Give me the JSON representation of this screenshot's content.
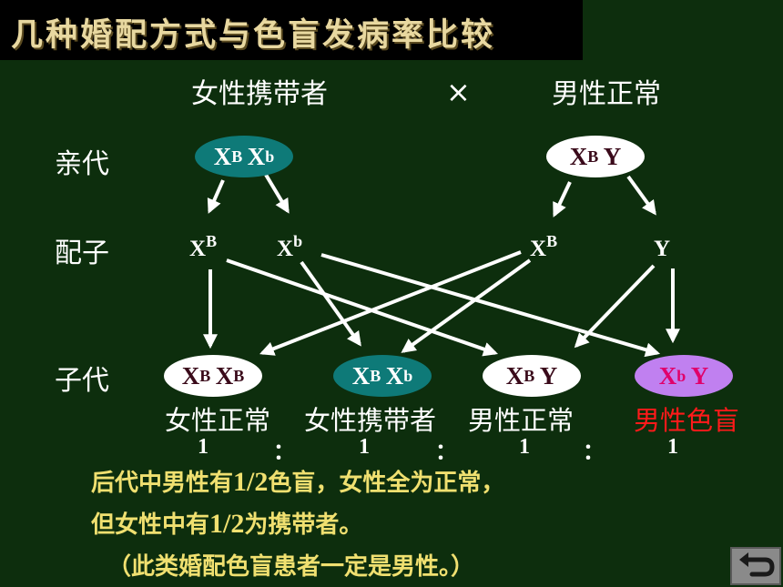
{
  "title": "几种婚配方式与色盲发病率比较",
  "header": {
    "female": "女性携带者",
    "cross": "×",
    "male": "男性正常"
  },
  "row_labels": {
    "parents": "亲代",
    "gametes": "配子",
    "offspring": "子代"
  },
  "parents": [
    {
      "base1": "X",
      "sup1": "B",
      "base2": "X",
      "sup2": "b"
    },
    {
      "base1": "X",
      "sup1": "B",
      "base2": "Y",
      "sup2": ""
    }
  ],
  "gametes": [
    {
      "base": "X",
      "sup": "B"
    },
    {
      "base": "X",
      "sup": "b"
    },
    {
      "base": "X",
      "sup": "B"
    },
    {
      "base": "Y",
      "sup": ""
    }
  ],
  "offspring": [
    {
      "base1": "X",
      "sup1": "B",
      "base2": "X",
      "sup2": "B",
      "phenotype": "女性正常",
      "ratio": "1",
      "color": "#ffffff",
      "text_color": "#3a0a1a",
      "label_color": "#ffffff"
    },
    {
      "base1": "X",
      "sup1": "B",
      "base2": "X",
      "sup2": "b",
      "phenotype": "女性携带者",
      "ratio": "1",
      "color": "#0e7a78",
      "text_color": "#ffffff",
      "label_color": "#ffffff"
    },
    {
      "base1": "X",
      "sup1": "B",
      "base2": "Y",
      "sup2": "",
      "phenotype": "男性正常",
      "ratio": "1",
      "color": "#ffffff",
      "text_color": "#3a0a1a",
      "label_color": "#ffffff"
    },
    {
      "base1": "X",
      "sup1": "b",
      "base2": "Y",
      "sup2": "",
      "phenotype": "男性色盲",
      "ratio": "1",
      "color": "#c080f0",
      "text_color": "#e0006a",
      "label_color": "#ff1a1a"
    }
  ],
  "ratio_sep": "：",
  "conclusion": {
    "line1_a": "后代中男性有",
    "line1_num": "1/2",
    "line1_b": "色盲，女性全为正常，",
    "line2_a": "但女性中有",
    "line2_num": "1/2",
    "line2_b": "为携带者。",
    "line3": "（此类婚配色盲患者一定是男性。）"
  },
  "colors": {
    "background": "#0d2e0d",
    "title_text": "#e8d8a0",
    "conclusion_text": "#f0e070"
  },
  "icons": {
    "back": "return-arrow-icon"
  }
}
